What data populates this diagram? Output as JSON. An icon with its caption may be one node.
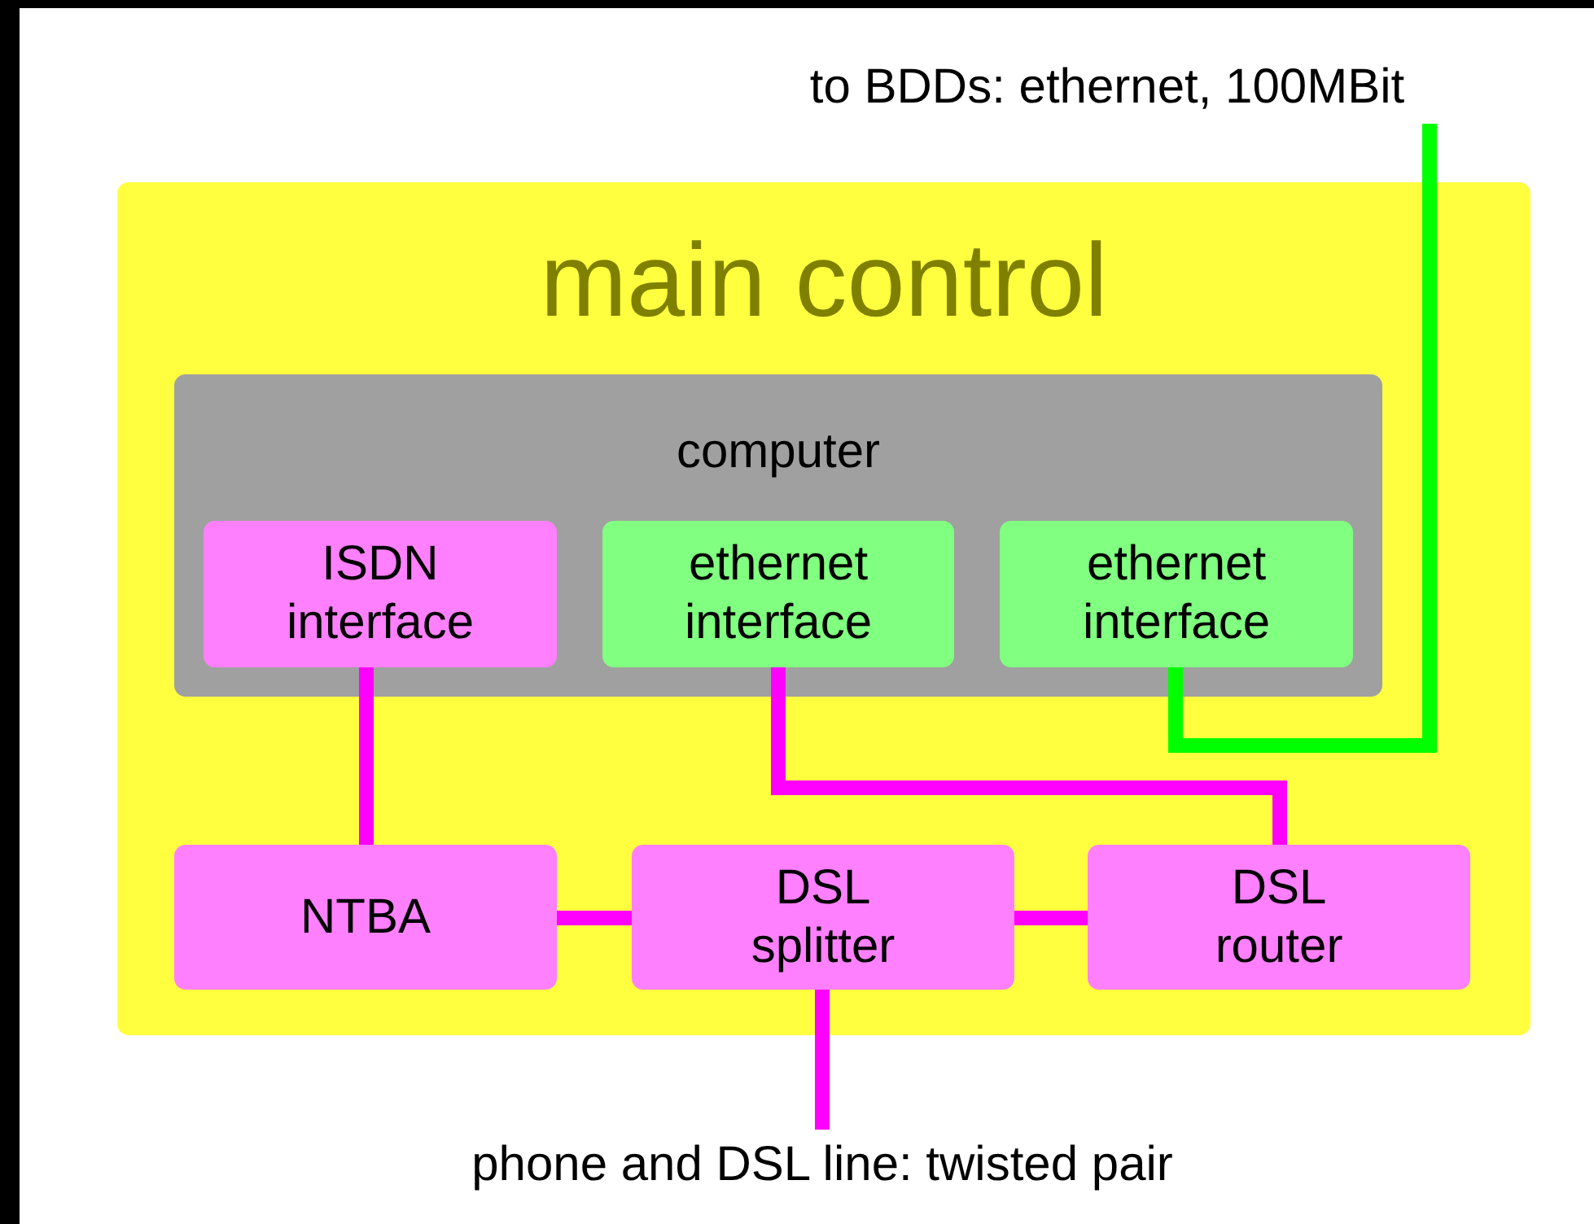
{
  "diagram": {
    "nodes": [
      {
        "text": [
          "main control"
        ]
      },
      {
        "text": [
          "computer"
        ],
        "in": 0
      },
      {
        "text": [
          "ISDN interface"
        ],
        "in": 1
      },
      {
        "text": [
          "ethernet interface"
        ],
        "in": 1
      },
      {
        "text": [
          "ethernet interface"
        ],
        "in": 1
      },
      {
        "text": [
          "NTBA"
        ],
        "in": 0
      },
      {
        "text": [
          "DSL splitter"
        ],
        "in": 0
      },
      {
        "text": [
          "DSL router"
        ],
        "in": 0
      },
      {
        "text": [
          "to BDDs: ethernet, 100MBit"
        ]
      },
      {
        "text": [
          "phone and DSL line: twisted pair"
        ]
      }
    ],
    "edges": [
      {
        "from": 2,
        "to": 5,
        "arrow": "none"
      },
      {
        "from": 5,
        "to": 6,
        "arrow": "none"
      },
      {
        "from": 6,
        "to": 7,
        "arrow": "none"
      },
      {
        "from": 3,
        "to": 7,
        "arrow": "none"
      },
      {
        "from": 4,
        "to": 8,
        "arrow": "none",
        "color": "#00ff00"
      },
      {
        "from": 6,
        "to": 9,
        "arrow": "none"
      }
    ]
  }
}
